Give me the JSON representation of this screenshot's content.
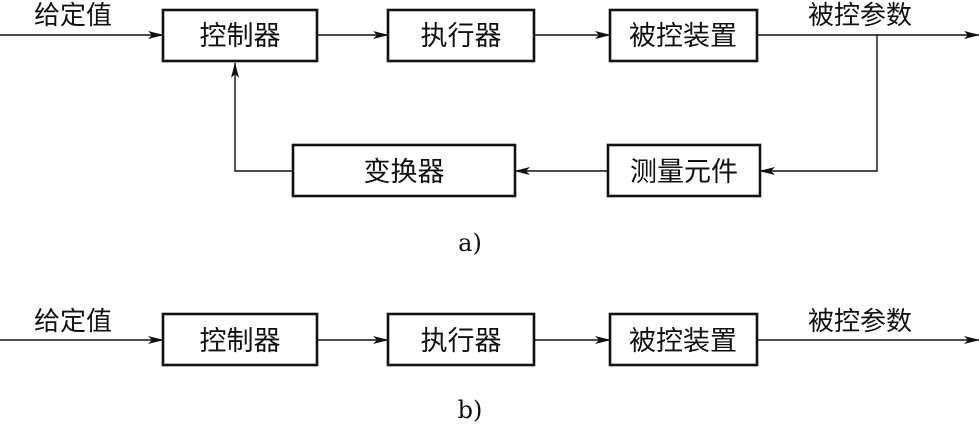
{
  "diagram_a": {
    "caption": "a)",
    "input_label": "给定值",
    "output_label": "被控参数",
    "blocks": {
      "controller": "控制器",
      "actuator": "执行器",
      "plant": "被控装置",
      "sensor": "测量元件",
      "transducer": "变换器"
    }
  },
  "diagram_b": {
    "caption": "b)",
    "input_label": "给定值",
    "output_label": "被控参数",
    "blocks": {
      "controller": "控制器",
      "actuator": "执行器",
      "plant": "被控装置"
    }
  }
}
